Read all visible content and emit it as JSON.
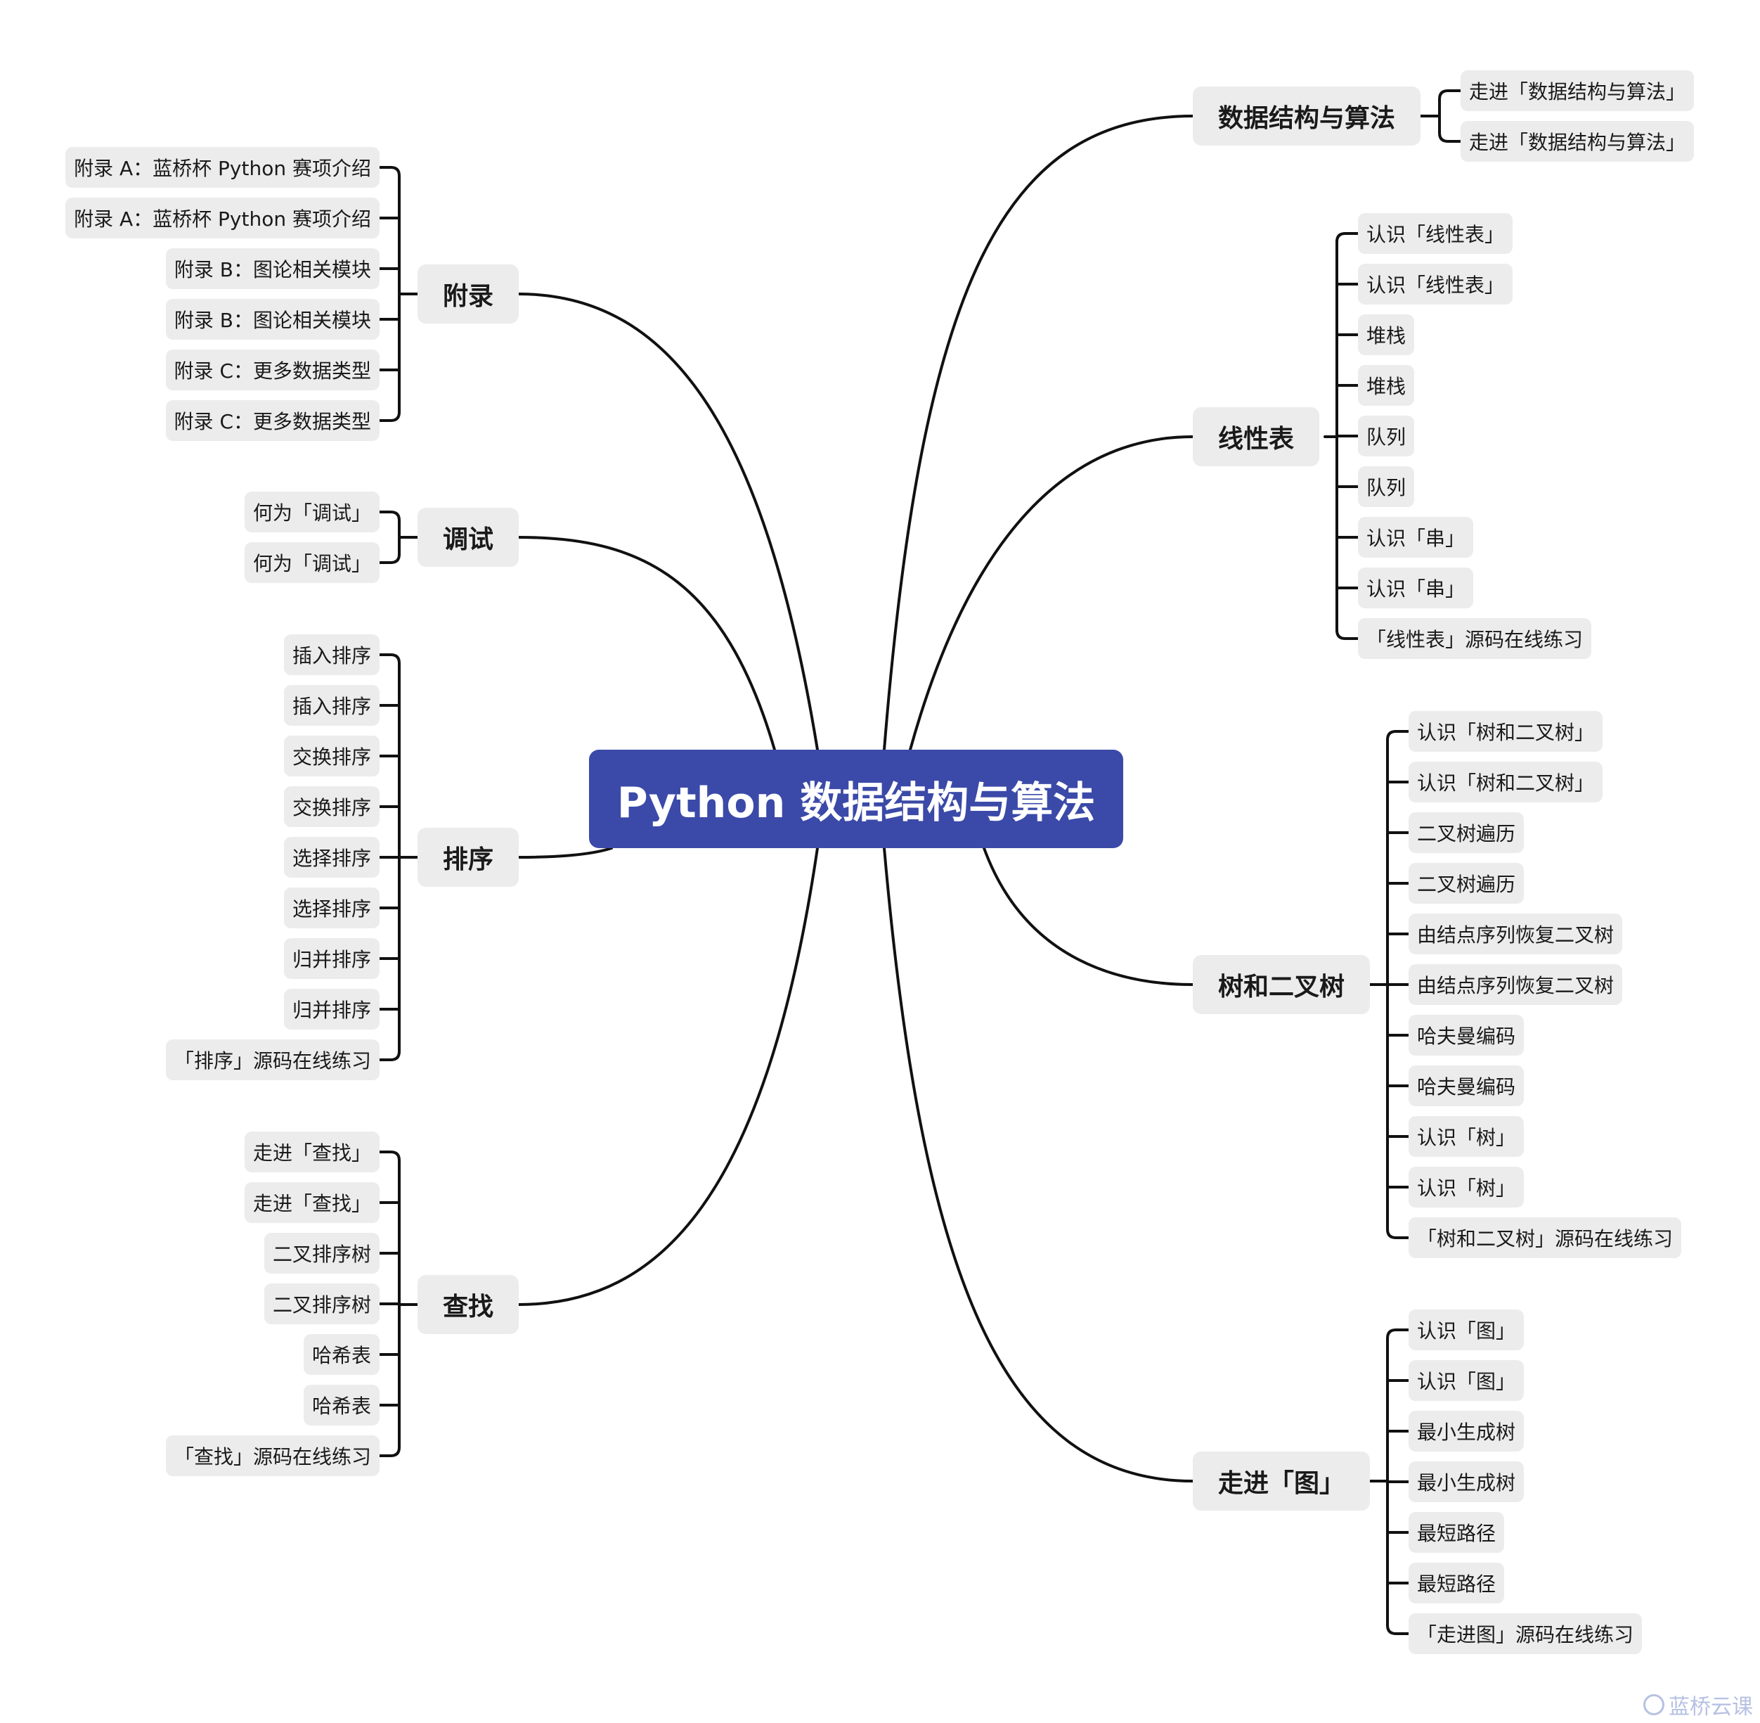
{
  "root": {
    "label": "Python 数据结构与算法"
  },
  "branches": [
    {
      "id": "ds",
      "side": "right",
      "label": "数据结构与算法",
      "children": [
        "走进「数据结构与算法」",
        "走进「数据结构与算法」"
      ]
    },
    {
      "id": "linear",
      "side": "right",
      "label": "线性表",
      "children": [
        "认识「线性表」",
        "认识「线性表」",
        "堆栈",
        "堆栈",
        "队列",
        "队列",
        "认识「串」",
        "认识「串」",
        "「线性表」源码在线练习"
      ]
    },
    {
      "id": "tree",
      "side": "right",
      "label": "树和二叉树",
      "children": [
        "认识「树和二叉树」",
        "认识「树和二叉树」",
        "二叉树遍历",
        "二叉树遍历",
        "由结点序列恢复二叉树",
        "由结点序列恢复二叉树",
        "哈夫曼编码",
        "哈夫曼编码",
        "认识「树」",
        "认识「树」",
        "「树和二叉树」源码在线练习"
      ]
    },
    {
      "id": "graph",
      "side": "right",
      "label": "走进「图」",
      "children": [
        "认识「图」",
        "认识「图」",
        "最小生成树",
        "最小生成树",
        "最短路径",
        "最短路径",
        "「走进图」源码在线练习"
      ]
    },
    {
      "id": "appendix",
      "side": "left",
      "label": "附录",
      "children": [
        "附录 A：蓝桥杯 Python 赛项介绍",
        "附录 A：蓝桥杯 Python 赛项介绍",
        "附录 B：图论相关模块",
        "附录 B：图论相关模块",
        "附录 C：更多数据类型",
        "附录 C：更多数据类型"
      ]
    },
    {
      "id": "debug",
      "side": "left",
      "label": "调试",
      "children": [
        "何为「调试」",
        "何为「调试」"
      ]
    },
    {
      "id": "sort",
      "side": "left",
      "label": "排序",
      "children": [
        "插入排序",
        "插入排序",
        "交换排序",
        "交换排序",
        "选择排序",
        "选择排序",
        "归并排序",
        "归并排序",
        "「排序」源码在线练习"
      ]
    },
    {
      "id": "search",
      "side": "left",
      "label": "查找",
      "children": [
        "走进「查找」",
        "走进「查找」",
        "二叉排序树",
        "二叉排序树",
        "哈希表",
        "哈希表",
        "「查找」源码在线练习"
      ]
    }
  ],
  "watermark": {
    "label": "蓝桥云课"
  },
  "colors": {
    "root_fill": "#3b4aa8",
    "node_fill": "#ececec",
    "line": "#111111",
    "watermark": "#b6c1e3"
  }
}
